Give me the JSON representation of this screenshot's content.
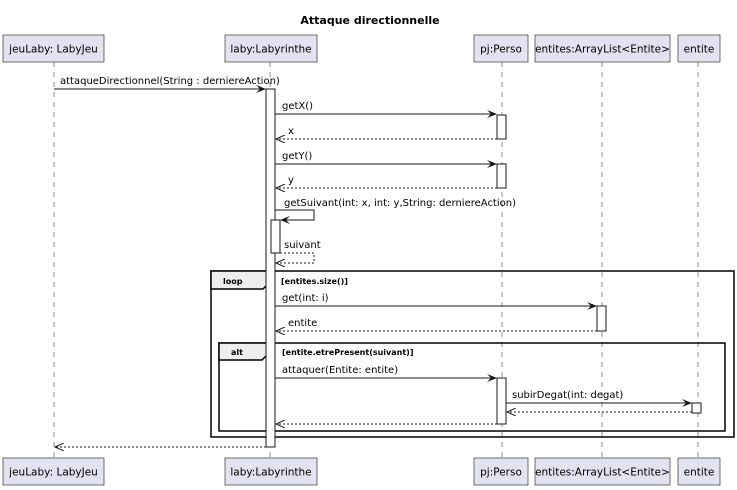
{
  "title": "Attaque directionnelle",
  "participants": {
    "p1": "jeuLaby: LabyJeu",
    "p2": "laby:Labyrinthe",
    "p3": "pj:Perso",
    "p4": "entites:ArrayList<Entite>",
    "p5": "entite"
  },
  "messages": {
    "m1": "attaqueDirectionnel(String : derniereAction)",
    "m2": "getX()",
    "m3": "x",
    "m4": "getY()",
    "m5": "y",
    "m6": "getSuivant(int: x, int: y,String: derniereAction)",
    "m7": "suivant",
    "m8": "get(int: i)",
    "m9": "entite",
    "m10": "attaquer(Entite: entite)",
    "m11": "subirDegat(int: degat)"
  },
  "fragments": {
    "loop": {
      "keyword": "loop",
      "guard": "[entites.size()]"
    },
    "alt": {
      "keyword": "alt",
      "guard": "[entite.etrePresent(suivant)]"
    }
  }
}
